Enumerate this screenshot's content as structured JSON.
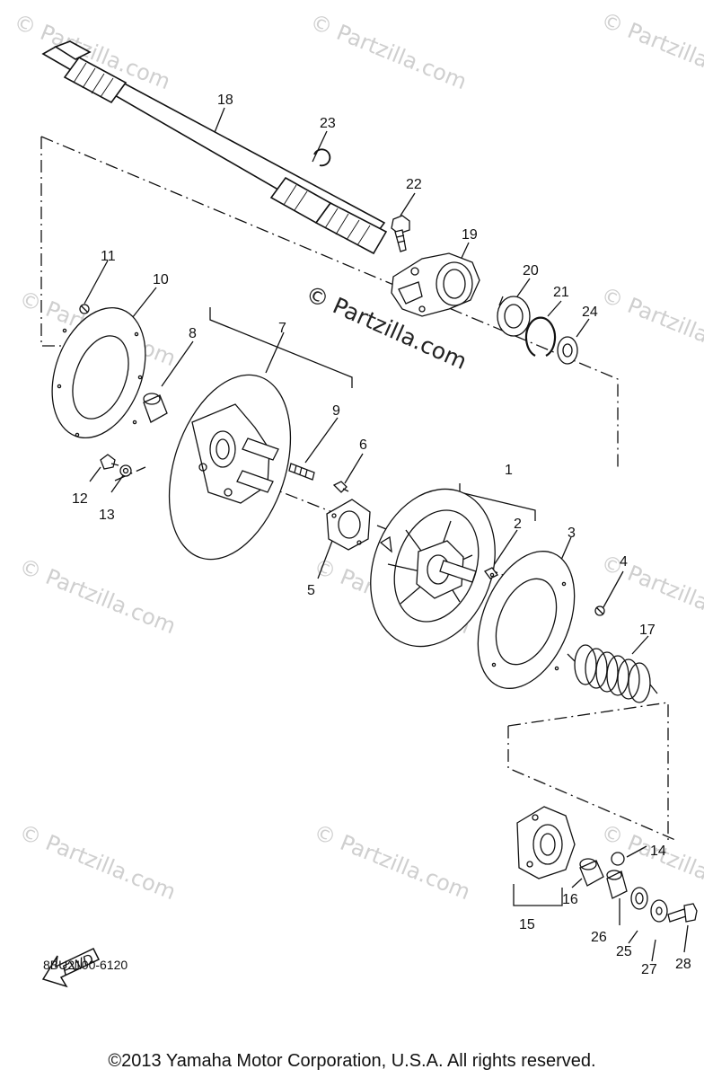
{
  "watermark": "© Partzilla.com",
  "center_watermark": "© Partzilla.com",
  "fwd_label": "FWD",
  "part_code": "8BU2100-6120",
  "copyright": "©2013 Yamaha Motor Corporation, U.S.A. All rights reserved.",
  "callouts": [
    "1",
    "2",
    "3",
    "4",
    "5",
    "6",
    "7",
    "8",
    "9",
    "10",
    "11",
    "12",
    "13",
    "14",
    "15",
    "16",
    "17",
    "18",
    "19",
    "20",
    "21",
    "22",
    "23",
    "24",
    "25",
    "26",
    "27",
    "28"
  ]
}
